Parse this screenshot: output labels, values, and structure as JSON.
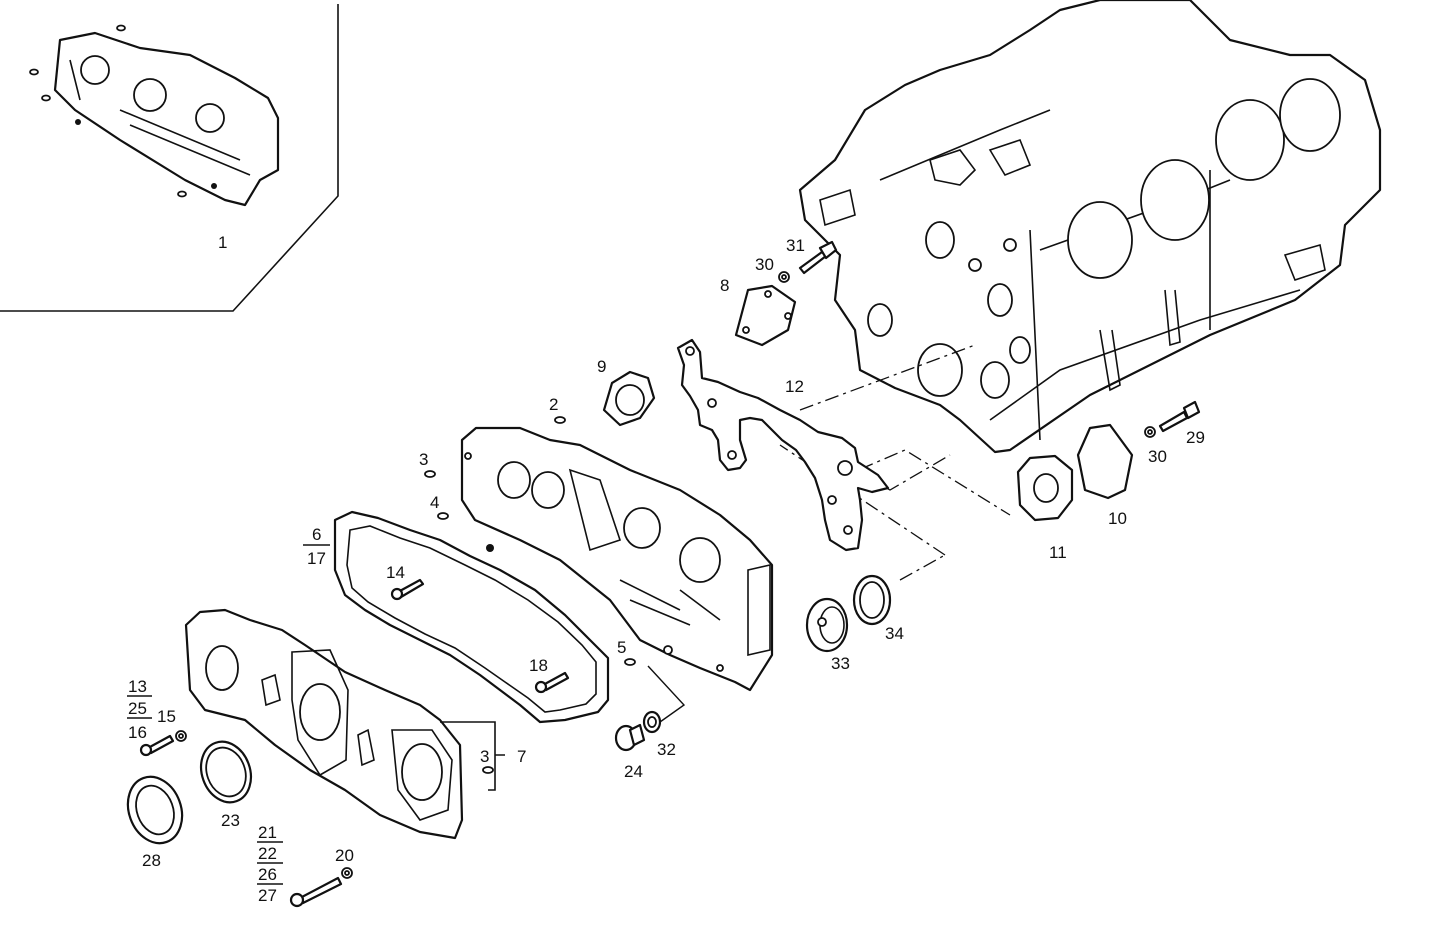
{
  "labels": {
    "l1": "1",
    "l2": "2",
    "l3a": "3",
    "l3b": "3",
    "l4": "4",
    "l5": "5",
    "l6": "6",
    "l7": "7",
    "l8": "8",
    "l9": "9",
    "l10": "10",
    "l11": "11",
    "l12": "12",
    "l13": "13",
    "l14": "14",
    "l15": "15",
    "l16": "16",
    "l17": "17",
    "l18": "18",
    "l20": "20",
    "l21": "21",
    "l22": "22",
    "l23": "23",
    "l24": "24",
    "l25": "25",
    "l26": "26",
    "l27": "27",
    "l28": "28",
    "l29": "29",
    "l30a": "30",
    "l30b": "30",
    "l31": "31",
    "l32": "32",
    "l33": "33",
    "l34": "34"
  }
}
